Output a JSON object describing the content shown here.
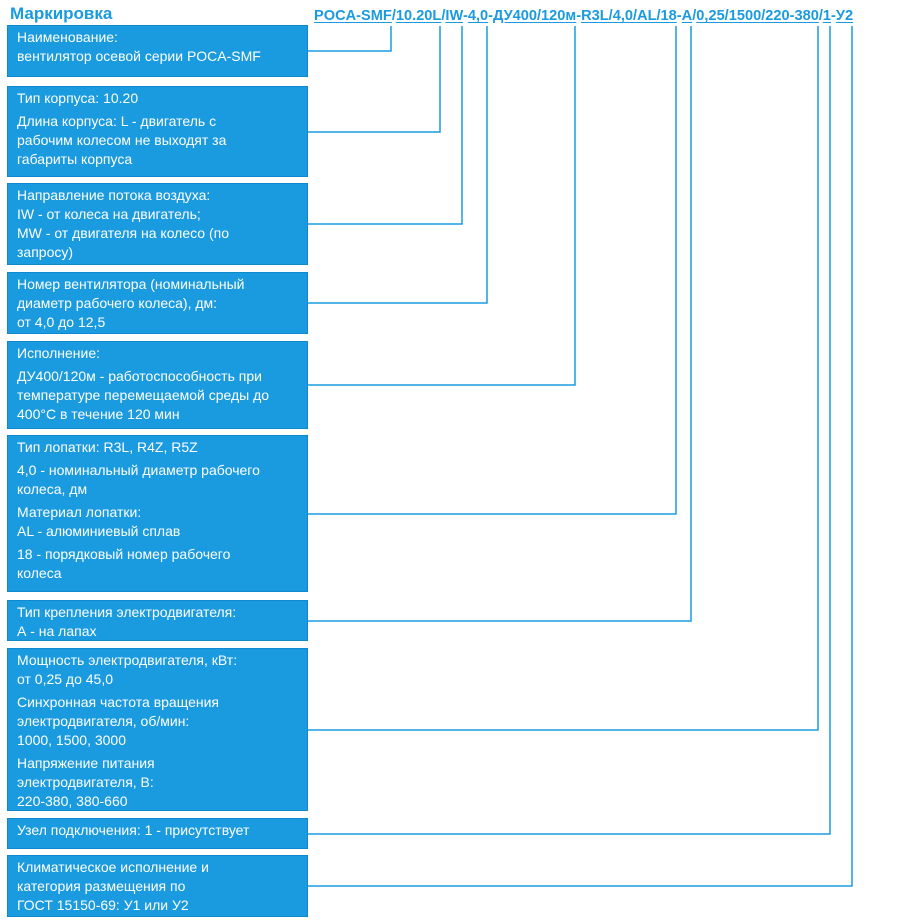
{
  "header": {
    "title": "Маркировка"
  },
  "code": {
    "segments": [
      {
        "text": "POCA-SMF",
        "sep": "/"
      },
      {
        "text": "10.20L",
        "sep": "/"
      },
      {
        "text": "IW",
        "sep": "-"
      },
      {
        "text": "4,0",
        "sep": "-"
      },
      {
        "text": "ДУ400/120м",
        "sep": "-"
      },
      {
        "text": "R3L/4,0/AL/18",
        "sep": "-"
      },
      {
        "text": "А",
        "sep": "/"
      },
      {
        "text": "0,25/1500/220-380",
        "sep": "/"
      },
      {
        "text": "1",
        "sep": "-"
      },
      {
        "text": "У2",
        "sep": ""
      }
    ]
  },
  "boxes": [
    {
      "lines": [
        {
          "text": "Наименование:"
        },
        {
          "text": "вентилятор осевой серии POCA-SMF"
        }
      ]
    },
    {
      "lines": [
        {
          "text": "Тип корпуса: 10.20"
        },
        {
          "text": "Длина корпуса: L - двигатель с",
          "gap": true
        },
        {
          "text": "рабочим колесом не выходят за"
        },
        {
          "text": "габариты корпуса"
        }
      ]
    },
    {
      "lines": [
        {
          "text": "Направление потока воздуха:"
        },
        {
          "text": "IW - от колеса на двигатель;"
        },
        {
          "text": "MW - от двигателя на колесо (по"
        },
        {
          "text": "запросу)"
        }
      ]
    },
    {
      "lines": [
        {
          "text": "Номер вентилятора (номинальный"
        },
        {
          "text": "диаметр рабочего колеса), дм:"
        },
        {
          "text": "от 4,0 до 12,5"
        }
      ]
    },
    {
      "lines": [
        {
          "text": "Исполнение:"
        },
        {
          "text": "ДУ400/120м - работоспособность при",
          "gap": true
        },
        {
          "text": "температуре перемещаемой среды до"
        },
        {
          "text": "400°С в течение 120 мин"
        }
      ]
    },
    {
      "lines": [
        {
          "text": "Тип лопатки: R3L, R4Z, R5Z"
        },
        {
          "text": "4,0 - номинальный диаметр рабочего",
          "gap": true
        },
        {
          "text": "колеса, дм"
        },
        {
          "text": "Материал лопатки:",
          "gap": true
        },
        {
          "text": "AL - алюминиевый сплав"
        },
        {
          "text": "18 - порядковый номер рабочего",
          "gap": true
        },
        {
          "text": "колеса"
        }
      ]
    },
    {
      "lines": [
        {
          "text": "Тип крепления электродвигателя:"
        },
        {
          "text": "А - на лапах"
        }
      ]
    },
    {
      "lines": [
        {
          "text": "Мощность электродвигателя, кВт:"
        },
        {
          "text": "от 0,25 до 45,0"
        },
        {
          "text": "Синхронная частота вращения",
          "gap": true
        },
        {
          "text": "электродвигателя, об/мин:"
        },
        {
          "text": "1000, 1500, 3000"
        },
        {
          "text": "Напряжение питания",
          "gap": true
        },
        {
          "text": "электродвигателя, В:"
        },
        {
          "text": "220-380, 380-660"
        }
      ]
    },
    {
      "lines": [
        {
          "text": "Узел подключения: 1 - присутствует"
        }
      ]
    },
    {
      "lines": [
        {
          "text": "Климатическое исполнение и"
        },
        {
          "text": "категория размещения по"
        },
        {
          "text": "ГОСТ 15150-69: У1 или У2"
        }
      ]
    }
  ],
  "colors": {
    "accent": "#1a9be0",
    "box_text": "#ffffff",
    "connector": "#1a9be0"
  }
}
